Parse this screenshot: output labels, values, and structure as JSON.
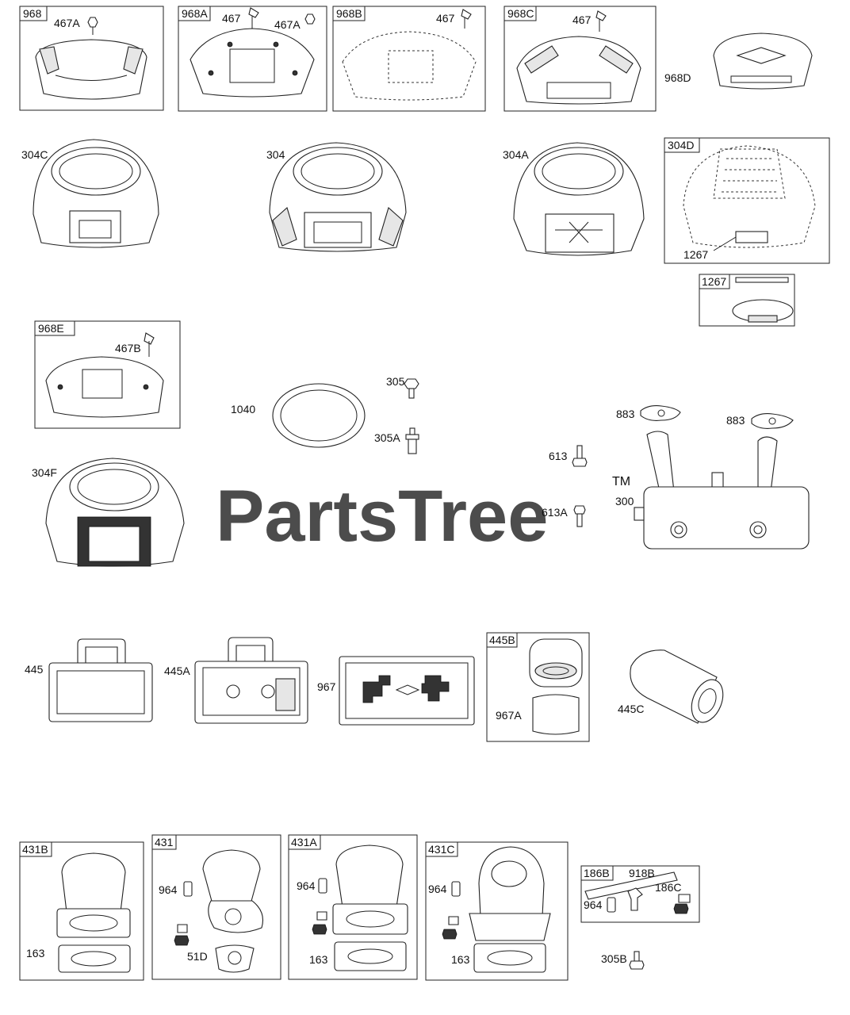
{
  "watermark": {
    "text": "PartsTree",
    "tm": "TM"
  },
  "boxes": {
    "b968": "968",
    "b968A": "968A",
    "b968B": "968B",
    "b968C": "968C",
    "b304D": "304D",
    "b1267": "1267",
    "b968E": "968E",
    "b445B": "445B",
    "b431B": "431B",
    "b431": "431",
    "b431A": "431A",
    "b431C": "431C",
    "b186B": "186B"
  },
  "labels": {
    "l467A_1": "467A",
    "l467_2": "467",
    "l467A_2": "467A",
    "l467_3": "467",
    "l467_4": "467",
    "l968D": "968D",
    "l304C": "304C",
    "l304": "304",
    "l304A": "304A",
    "l1267": "1267",
    "l467B": "467B",
    "l1040": "1040",
    "l305": "305",
    "l305A": "305A",
    "l883_1": "883",
    "l883_2": "883",
    "l613": "613",
    "l613A": "613A",
    "l300": "300",
    "l304F": "304F",
    "l445": "445",
    "l445A": "445A",
    "l967": "967",
    "l967A": "967A",
    "l445C": "445C",
    "l163_1": "163",
    "l964_1": "964",
    "l51D": "51D",
    "l964_2": "964",
    "l163_2": "163",
    "l964_3": "964",
    "l163_3": "163",
    "l918B": "918B",
    "l186C": "186C",
    "l964_4": "964",
    "l305B": "305B"
  }
}
